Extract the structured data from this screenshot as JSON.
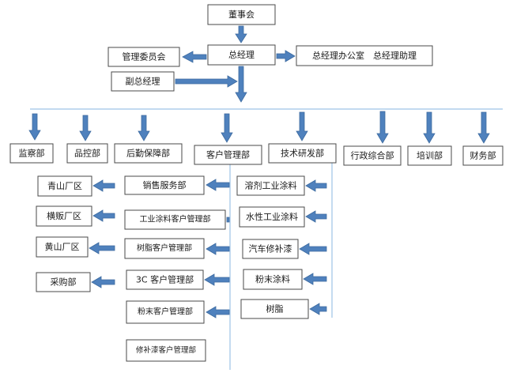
{
  "nodes": {
    "board": "董事会",
    "gm": "总经理",
    "mgmt_committee": "管理委员会",
    "gm_office": "总经理办公室　总经理助理",
    "deputy_gm": "副总经理",
    "supervision": "监察部",
    "quality": "品控部",
    "logistics": "后勤保障部",
    "customer_mgmt": "客户管理部",
    "rnd": "技术研发部",
    "admin": "行政综合部",
    "training": "培训部",
    "finance": "财务部",
    "qingshan": "青山厂区",
    "hengfan": "横贩厂区",
    "huangshan": "黄山厂区",
    "purchasing": "采购部",
    "sales_service": "销售服务部",
    "industrial_coating_cust": "工业涂料客户管理部",
    "resin_cust": "树脂客户管理部",
    "c3_cust": "3C 客户管理部",
    "powder_cust": "粉末客户管理部",
    "refinish_cust": "修补漆客户管理部",
    "solvent_coating": "溶剂工业涂料",
    "waterborne_coating": "水性工业涂料",
    "auto_refinish": "汽车修补漆",
    "powder_coating": "粉末涂料",
    "resin": "树脂"
  },
  "colors": {
    "arrow": "#4f81bd",
    "rule": "#9dc3e6",
    "border": "#4a4a4a"
  }
}
